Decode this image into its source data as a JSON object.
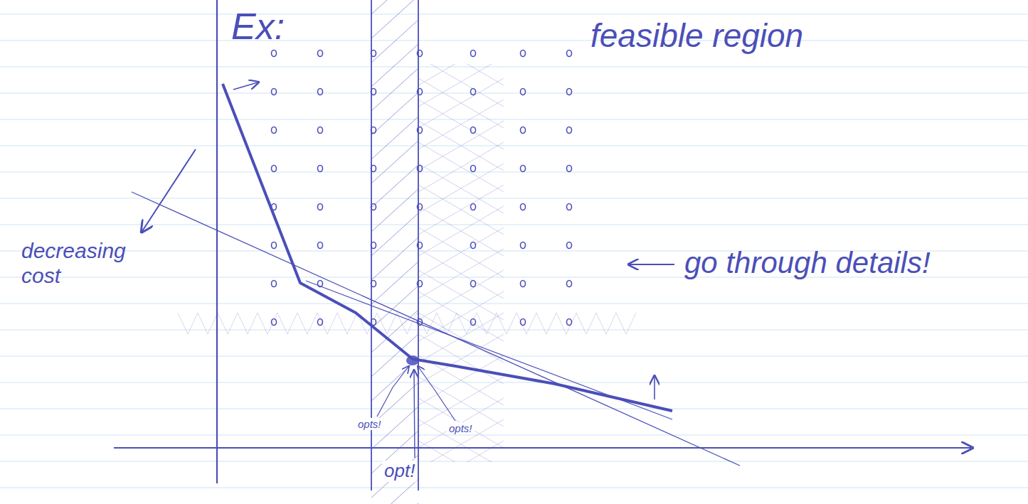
{
  "diagram": {
    "title": "Ex:",
    "labels": [
      "feasible region",
      "decreasing cost",
      "go through details!",
      "opts!",
      "opts!",
      "opt!"
    ]
  }
}
